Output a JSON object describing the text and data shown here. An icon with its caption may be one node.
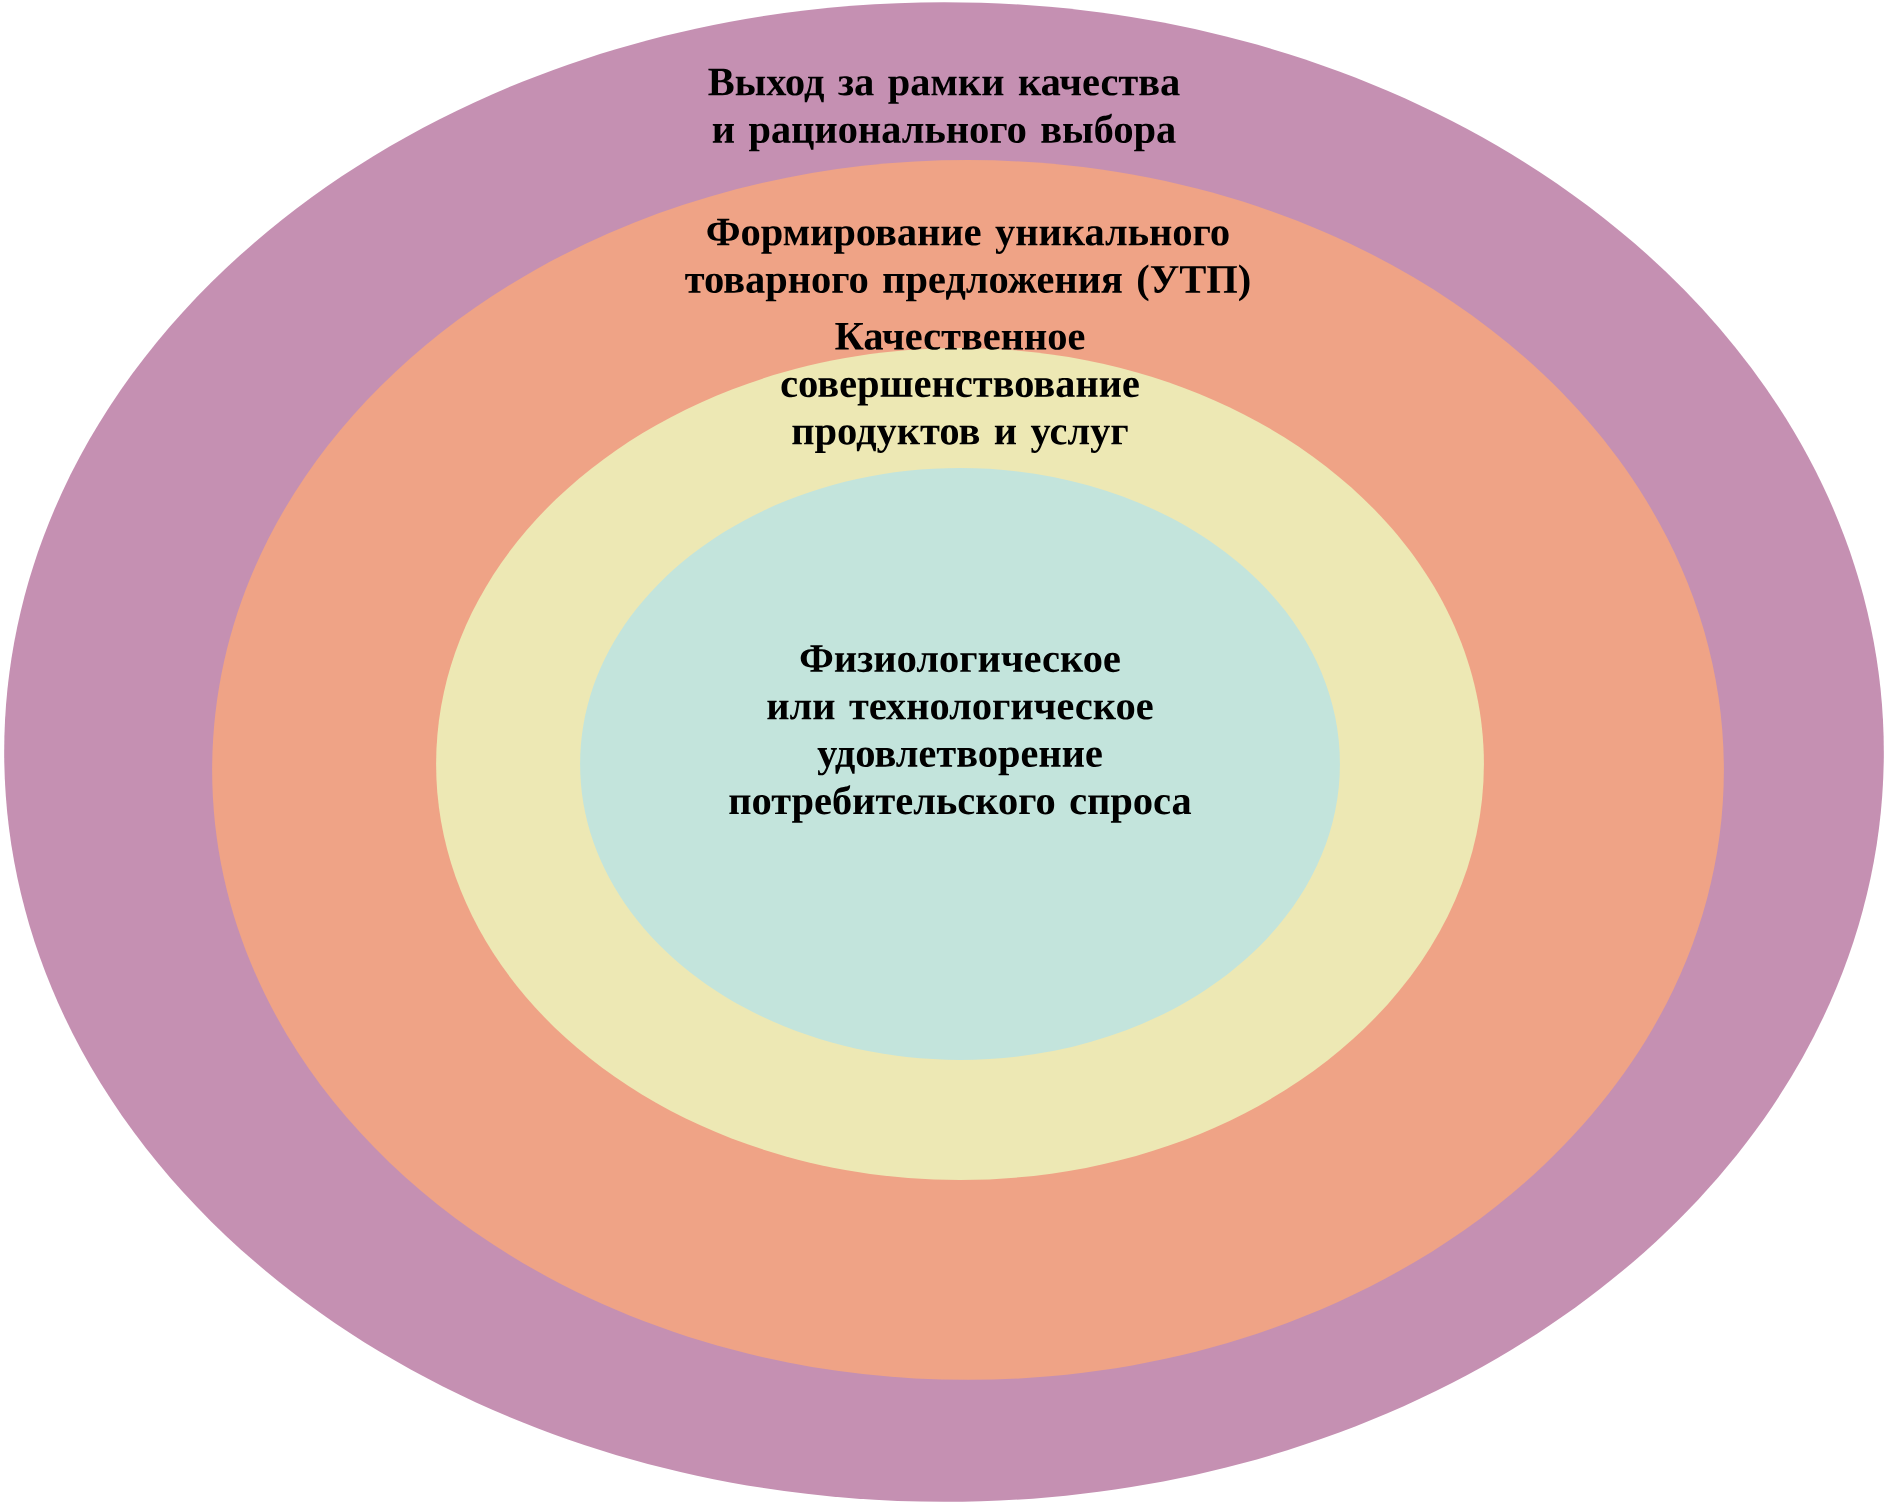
{
  "diagram": {
    "nodes": [
      {
        "text": [
          "Выход за рамки качества и рационального выбора"
        ]
      },
      {
        "text": [
          "Формирование уникального товарного предложения (УТП)"
        ],
        "in": 0
      },
      {
        "text": [
          "Качественное совершенствование продуктов и услуг"
        ],
        "in": 1
      },
      {
        "text": [
          "Физиологическое или технологическое удовлетворение потребительского спроса"
        ],
        "in": 2
      }
    ]
  }
}
